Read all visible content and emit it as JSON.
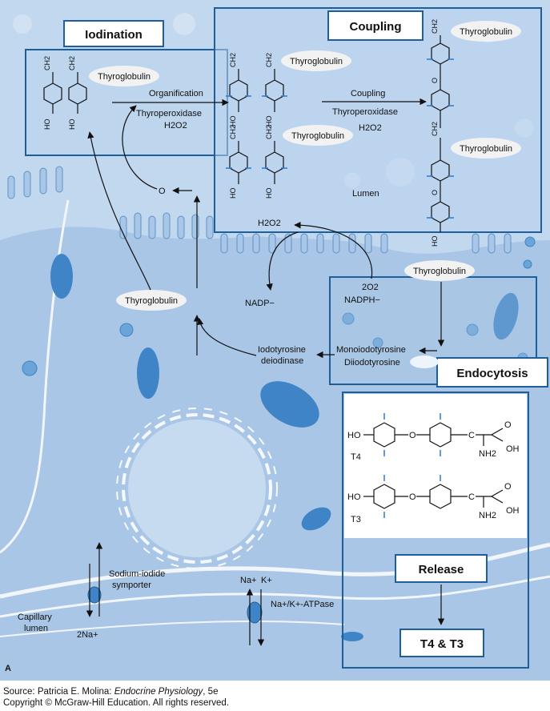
{
  "panel_letter": "A",
  "headers": {
    "iodination": "Iodination",
    "coupling": "Coupling",
    "endocytosis": "Endocytosis",
    "release": "Release",
    "t4t3": "T4 & T3"
  },
  "thyroglobulin": "Thyroglobulin",
  "molecules": {
    "ch2": "CH2",
    "ho": "HO",
    "o": "O",
    "c": "C",
    "nh2": "NH2",
    "oh": "OH",
    "t4": "T4",
    "t3": "T3"
  },
  "labels": {
    "organification": "Organification",
    "thyroperoxidase": "Thyroperoxidase",
    "h2o2": "H2O2",
    "coupling_arrow": "Coupling",
    "lumen": "Lumen",
    "nadp": "NADP−",
    "two_o2": "2O2",
    "nadph": "NADPH−",
    "monoiodotyrosine": "Monoiodotyrosine",
    "diiodotyrosine": "Diiodotyrosine",
    "iodotyrosine": "Iodotyrosine",
    "deiodinase": "deiodinase",
    "sodium_iodide": "Sodium-iodide",
    "symporter": "symporter",
    "two_na": "2Na+",
    "na": "Na+",
    "k": "K+",
    "atpase": "Na+/K+-ATPase",
    "capillary": "Capillary",
    "capillary_lumen": "lumen",
    "iodine_o": "O"
  },
  "caption": {
    "source_prefix": "Source: Patricia E. Molina: ",
    "book": "Endocrine Physiology",
    "edition": ", 5e",
    "copyright": "Copyright © McGraw-Hill Education. All rights reserved."
  },
  "colors": {
    "cell": "#a9c6e6",
    "lumen": "#c2d8ef",
    "box_stroke": "#1e5f9a",
    "organelle": "#3f84c6",
    "highlight": "#eef4fb"
  }
}
